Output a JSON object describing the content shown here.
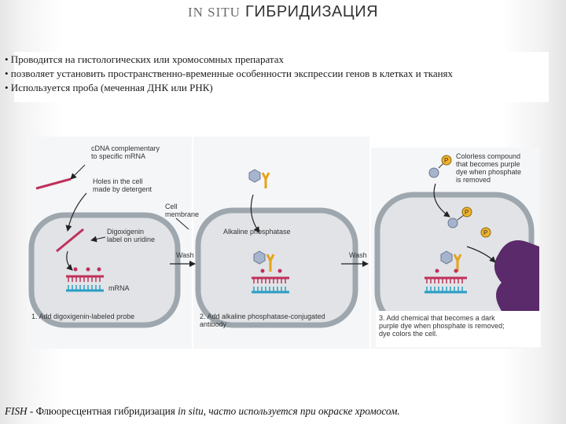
{
  "slide": {
    "title_prefix": "IN SITU",
    "title_rest": "ГИБРИДИЗАЦИЯ",
    "bullets": [
      "• Проводится на гистологических или хромосомных препаратах",
      "• позволяет установить пространственно-временные особенности экспрессии генов в клетках и тканях",
      "• Используется проба (меченная ДНК или РНК)"
    ],
    "caption": {
      "lead": "FISH - ",
      "middle": "Флюоресцентная гибридизация ",
      "tail": "in situ, часто используется при окраске хромосом."
    }
  },
  "figure": {
    "panel1": {
      "cdna": "cDNA complementary\nto specific mRNA",
      "holes": "Holes in the cell\nmade by detergent",
      "digoxigenin": "Digoxigenin\nlabel on uridine",
      "mrna": "mRNA",
      "step": "1.  Add digoxigenin-labeled probe"
    },
    "panel2": {
      "membrane": "Cell\nmembrane",
      "phosphatase": "Alkaline phosphatase",
      "step": "2.  Add alkaline phosphatase-conjugated\nantibody"
    },
    "panel3": {
      "colorless": "Colorless compound\nthat becomes purple\ndye when phosphate\nis removed",
      "p": "P",
      "step": "3.  Add chemical that becomes a dark\npurple dye when phosphate is removed;\ndye colors the cell."
    },
    "wash": "Wash",
    "colors": {
      "probe": "#c0305a",
      "mrna": "#2a9ec4",
      "antibody": "#e6a21a",
      "enzyme": "#a7b4ce",
      "phosphate": "#f0b32e",
      "dye": "#5a2a6a",
      "cell_fill": "#e1e3e6",
      "cell_outline": "#9ea7ae"
    }
  }
}
